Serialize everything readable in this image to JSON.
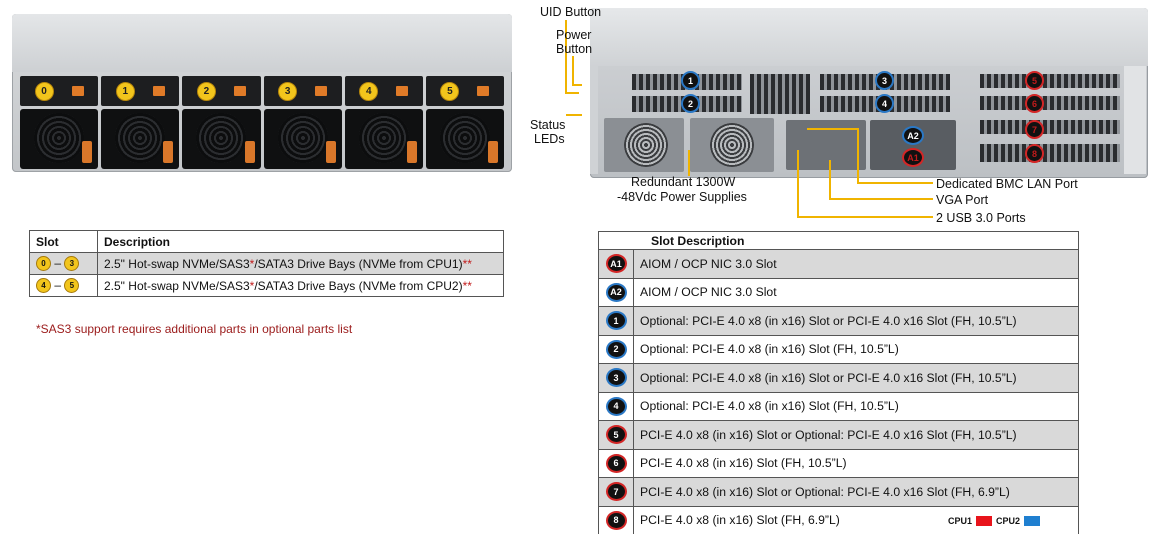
{
  "front_bays": [
    "0",
    "1",
    "2",
    "3",
    "4",
    "5"
  ],
  "rear_labels": {
    "uid_button": "UID Button",
    "power_button_l1": "Power",
    "power_button_l2": "Button",
    "status_leds_l1": "Status",
    "status_leds_l2": "LEDs",
    "psu_l1": "Redundant 1300W",
    "psu_l2": "-48Vdc Power Supplies",
    "bmc_lan": "Dedicated BMC LAN Port",
    "vga": "VGA Port",
    "usb": "2 USB 3.0 Ports"
  },
  "rear_slots": {
    "s1": "1",
    "s2": "2",
    "s3": "3",
    "s4": "4",
    "s5": "5",
    "s6": "6",
    "s7": "7",
    "s8": "8",
    "a1": "A1",
    "a2": "A2"
  },
  "drive_table": {
    "headers": [
      "Slot",
      "Description"
    ],
    "rows": [
      {
        "from": "0",
        "dash": "–",
        "to": "3",
        "desc_a": "2.5\" Hot-swap NVMe/SAS3",
        "star": "*",
        "desc_b": "/SATA3 Drive Bays (NVMe from CPU1)",
        "dstar": "**"
      },
      {
        "from": "4",
        "dash": "–",
        "to": "5",
        "desc_a": "2.5\" Hot-swap NVMe/SAS3",
        "star": "*",
        "desc_b": "/SATA3 Drive Bays (NVMe from CPU2)",
        "dstar": "**"
      }
    ],
    "note": "*SAS3 support requires additional parts in optional parts list"
  },
  "slot_table": {
    "header": "Slot Description",
    "rows": [
      {
        "id": "A1",
        "cpu": "CPU1",
        "desc": "AIOM / OCP NIC 3.0 Slot"
      },
      {
        "id": "A2",
        "cpu": "CPU2",
        "desc": "AIOM / OCP NIC 3.0 Slot"
      },
      {
        "id": "1",
        "cpu": "CPU2",
        "desc": "Optional: PCI-E 4.0 x8 (in x16) Slot or PCI-E 4.0 x16 Slot (FH, 10.5”L)"
      },
      {
        "id": "2",
        "cpu": "CPU2",
        "desc": "Optional: PCI-E 4.0 x8 (in x16) Slot (FH, 10.5”L)"
      },
      {
        "id": "3",
        "cpu": "CPU2",
        "desc": "Optional: PCI-E 4.0 x8 (in x16) Slot or PCI-E 4.0 x16 Slot (FH, 10.5”L)"
      },
      {
        "id": "4",
        "cpu": "CPU2",
        "desc": "Optional: PCI-E 4.0 x8 (in x16) Slot (FH, 10.5”L)"
      },
      {
        "id": "5",
        "cpu": "CPU1",
        "desc": "PCI-E 4.0 x8 (in x16) Slot or Optional: PCI-E 4.0 x16 Slot (FH, 10.5”L)"
      },
      {
        "id": "6",
        "cpu": "CPU1",
        "desc": "PCI-E 4.0 x8 (in x16) Slot (FH, 10.5”L)"
      },
      {
        "id": "7",
        "cpu": "CPU1",
        "desc": "PCI-E 4.0 x8 (in x16) Slot or Optional: PCI-E 4.0 x16 Slot (FH, 6.9”L)"
      },
      {
        "id": "8",
        "cpu": "CPU1",
        "desc": "PCI-E 4.0 x8 (in x16) Slot (FH, 6.9”L)"
      }
    ]
  },
  "legend": {
    "cpu1_label": "CPU1",
    "cpu2_label": "CPU2",
    "cpu1_color": "#e8141b",
    "cpu2_color": "#1f7fd0"
  }
}
